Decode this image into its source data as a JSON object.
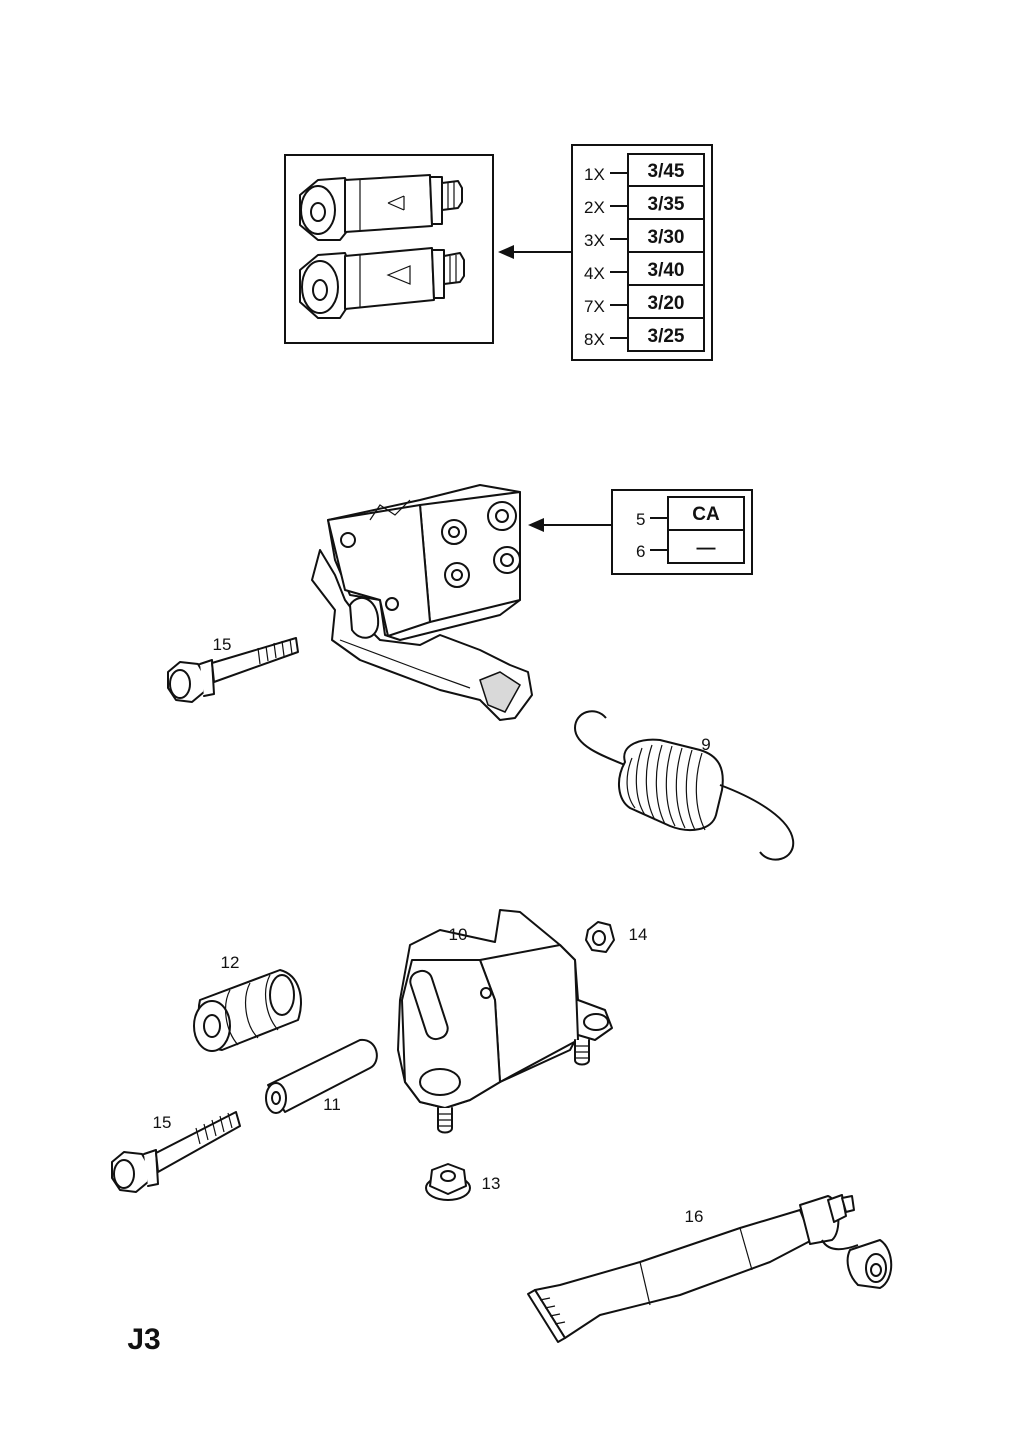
{
  "page_code": "J3",
  "valve_table": {
    "rows": [
      {
        "qty": "1X",
        "code": "3/45"
      },
      {
        "qty": "2X",
        "code": "3/35"
      },
      {
        "qty": "3X",
        "code": "3/30"
      },
      {
        "qty": "4X",
        "code": "3/40"
      },
      {
        "qty": "7X",
        "code": "3/20"
      },
      {
        "qty": "8X",
        "code": "3/25"
      }
    ]
  },
  "regulator_table": {
    "rows": [
      {
        "ref": "5",
        "code": "CA"
      },
      {
        "ref": "6",
        "code": "—"
      }
    ]
  },
  "callouts": {
    "bolt_upper": "15",
    "spring": "9",
    "bracket": "10",
    "nut_small": "14",
    "bushing": "12",
    "sleeve": "11",
    "bolt_lower": "15",
    "nut_flange": "13",
    "grease_tube": "16"
  }
}
